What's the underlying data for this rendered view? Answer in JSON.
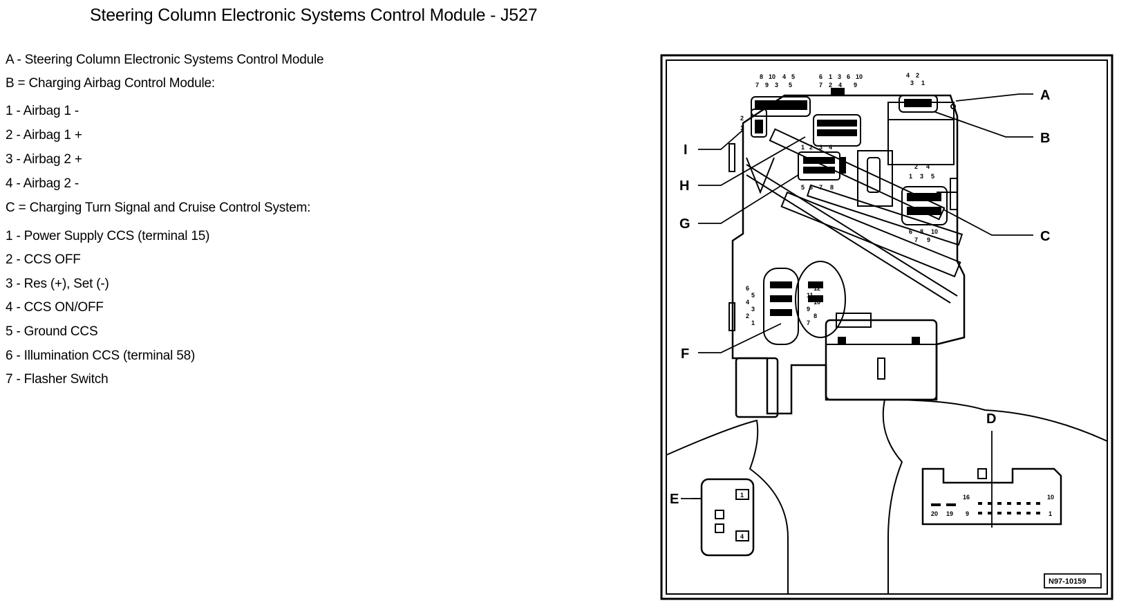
{
  "page": {
    "title": "Steering Column Electronic Systems Control Module - J527"
  },
  "legend": [
    "A - Steering Column Electronic Systems Control Module",
    "B = Charging Airbag Control Module:",
    "1 - Airbag 1 -",
    "2 - Airbag 1 +",
    "3 - Airbag 2 +",
    "4 - Airbag 2 -",
    "C = Charging Turn Signal and Cruise Control System:",
    "1 - Power Supply CCS (terminal 15)",
    "2 - CCS OFF",
    "3 - Res (+), Set (-)",
    "4 - CCS ON/OFF",
    "5 - Ground CCS",
    "6 - Illumination CCS (terminal 58)",
    "7 - Flasher Switch"
  ],
  "diagram": {
    "callouts": {
      "A": "A",
      "B": "B",
      "C": "C",
      "D": "D",
      "E": "E",
      "F": "F",
      "G": "G",
      "H": "H",
      "I": "I"
    },
    "reference": "N97-10159",
    "pins": {
      "i_top": [
        "8",
        "10",
        "4",
        "5"
      ],
      "i_top2": [
        "7",
        "9",
        "3",
        "5"
      ],
      "i_side": [
        "2",
        "1"
      ],
      "h_top": [
        "6",
        "1",
        "3",
        "6",
        "10"
      ],
      "h_top2": [
        "7",
        "2",
        "4",
        "9"
      ],
      "b_top": [
        "4",
        "2"
      ],
      "b_top2": [
        "3",
        "1"
      ],
      "g_top": [
        "1",
        "2",
        "3",
        "4"
      ],
      "g_bottom": [
        "5",
        "6",
        "7",
        "8"
      ],
      "c_top": [
        "2",
        "4"
      ],
      "c_top2": [
        "1",
        "3",
        "5"
      ],
      "c_bottom": [
        "6",
        "8",
        "10"
      ],
      "c_bottom2": [
        "7",
        "9"
      ],
      "f_left": [
        "6",
        "5",
        "4",
        "3",
        "2",
        "1"
      ],
      "f_right": [
        "12",
        "11",
        "10",
        "9",
        "8",
        "7"
      ],
      "d_top": [
        "16",
        "10"
      ],
      "d_bottom": [
        "20",
        "19",
        "9",
        "1"
      ],
      "e_pins": [
        "1",
        "4"
      ]
    }
  }
}
